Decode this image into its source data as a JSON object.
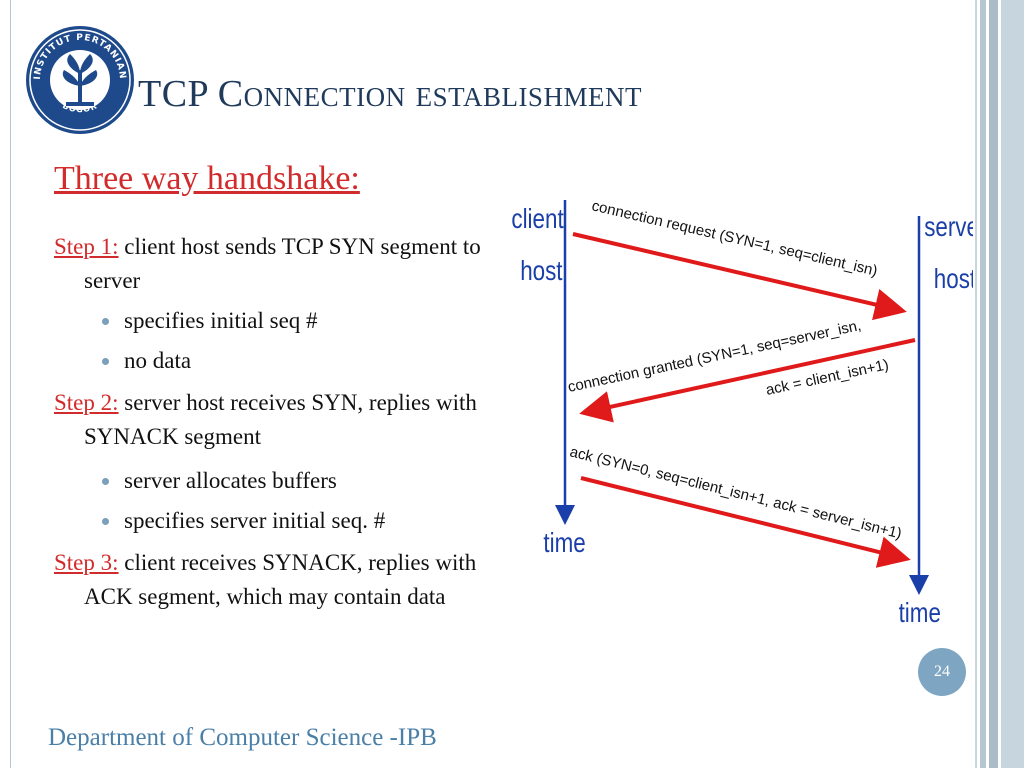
{
  "slide": {
    "title": "TCP Connection establishment",
    "subtitle": "Three way handshake:",
    "page_number": "24",
    "footer": "Department of Computer Science -IPB"
  },
  "logo": {
    "ring_text": "INSTITUT PERTANIAN",
    "bottom_text": "BOGOR"
  },
  "steps": [
    {
      "label": "Step 1:",
      "text": "client host sends TCP SYN segment to server",
      "bullets": [
        "specifies initial seq #",
        "no data"
      ]
    },
    {
      "label": "Step 2:",
      "text": "server host receives SYN, replies with SYNACK segment",
      "bullets": [
        "server allocates buffers",
        "specifies server initial seq. #"
      ]
    },
    {
      "label": "Step 3:",
      "text": "client receives SYNACK, replies with ACK segment, which may contain data",
      "bullets": []
    }
  ],
  "diagram": {
    "client_label_1": "client",
    "client_label_2": "host",
    "server_label_1": "server",
    "server_label_2": "host",
    "client_time": "time",
    "server_time": "time",
    "msg1": "connection request (SYN=1, seq=client_isn)",
    "msg2_line1": "connection granted (SYN=1, seq=server_isn,",
    "msg2_line2": "ack = client_isn+1)",
    "msg3": "ack (SYN=0, seq=client_isn+1, ack = server_isn+1)",
    "colors": {
      "label": "#1a3fa8",
      "arrow": "#e01a1a",
      "line": "#1a3fa8"
    }
  },
  "theme": {
    "title": "#1f3a5a",
    "accent_red": "#d12b2b",
    "footer": "#4a7fa8",
    "badge": "#7ea6c3"
  }
}
